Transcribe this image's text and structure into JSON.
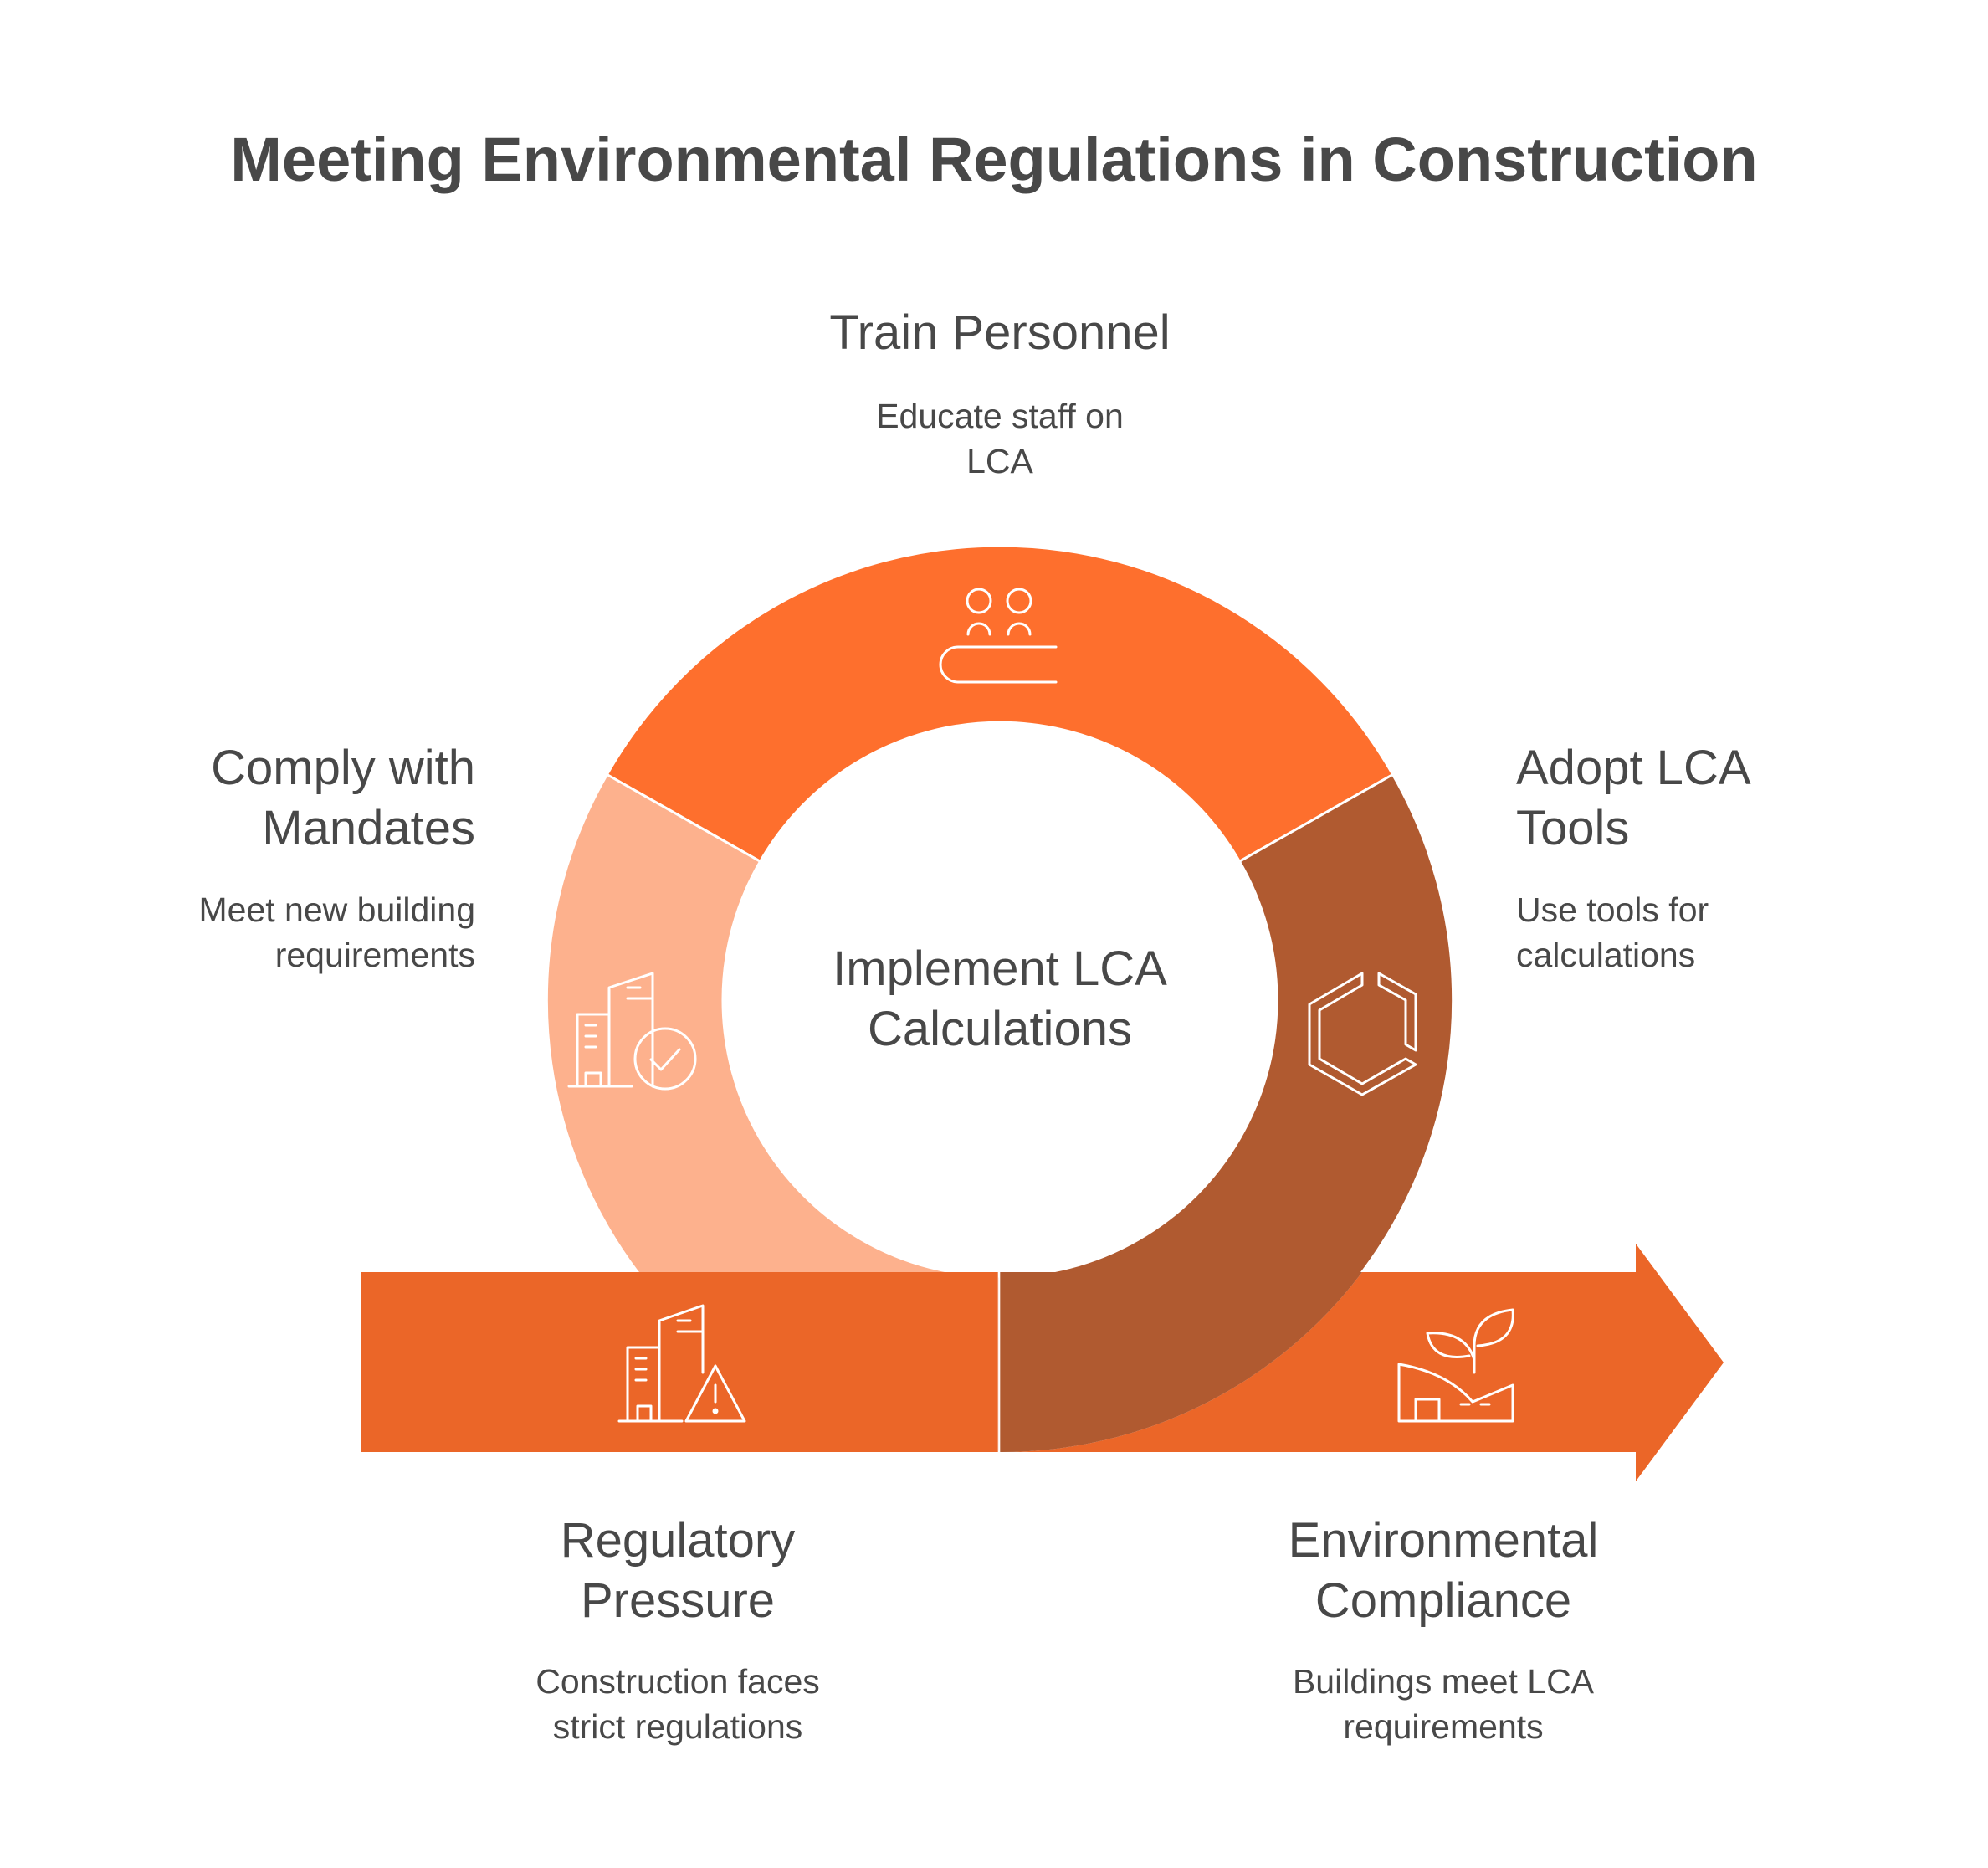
{
  "title": "Meeting Environmental Regulations in Construction",
  "center_label": [
    "Implement LCA",
    "Calculations"
  ],
  "steps": {
    "train": {
      "heading": [
        "Train Personnel"
      ],
      "description": [
        "Educate staff on",
        "LCA"
      ]
    },
    "comply": {
      "heading": [
        "Comply with",
        "Mandates"
      ],
      "description": [
        "Meet new building",
        "requirements"
      ]
    },
    "adopt": {
      "heading": [
        "Adopt LCA",
        "Tools"
      ],
      "description": [
        "Use tools for",
        "calculations"
      ]
    },
    "pressure": {
      "heading": [
        "Regulatory",
        "Pressure"
      ],
      "description": [
        "Construction faces",
        "strict regulations"
      ]
    },
    "compliance": {
      "heading": [
        "Environmental",
        "Compliance"
      ],
      "description": [
        "Buildings meet LCA",
        "requirements"
      ]
    }
  },
  "icons": {
    "train": "people-training-icon",
    "comply": "building-check-icon",
    "adopt": "hexagon-tool-icon",
    "pressure": "building-warning-icon",
    "compliance": "eco-building-icon"
  },
  "colors": {
    "top_segment": "#FE6F2D",
    "left_segment": "#FDB18D",
    "right_segment": "#B05A30",
    "arrow": "#EB6628",
    "text": "#484848"
  }
}
